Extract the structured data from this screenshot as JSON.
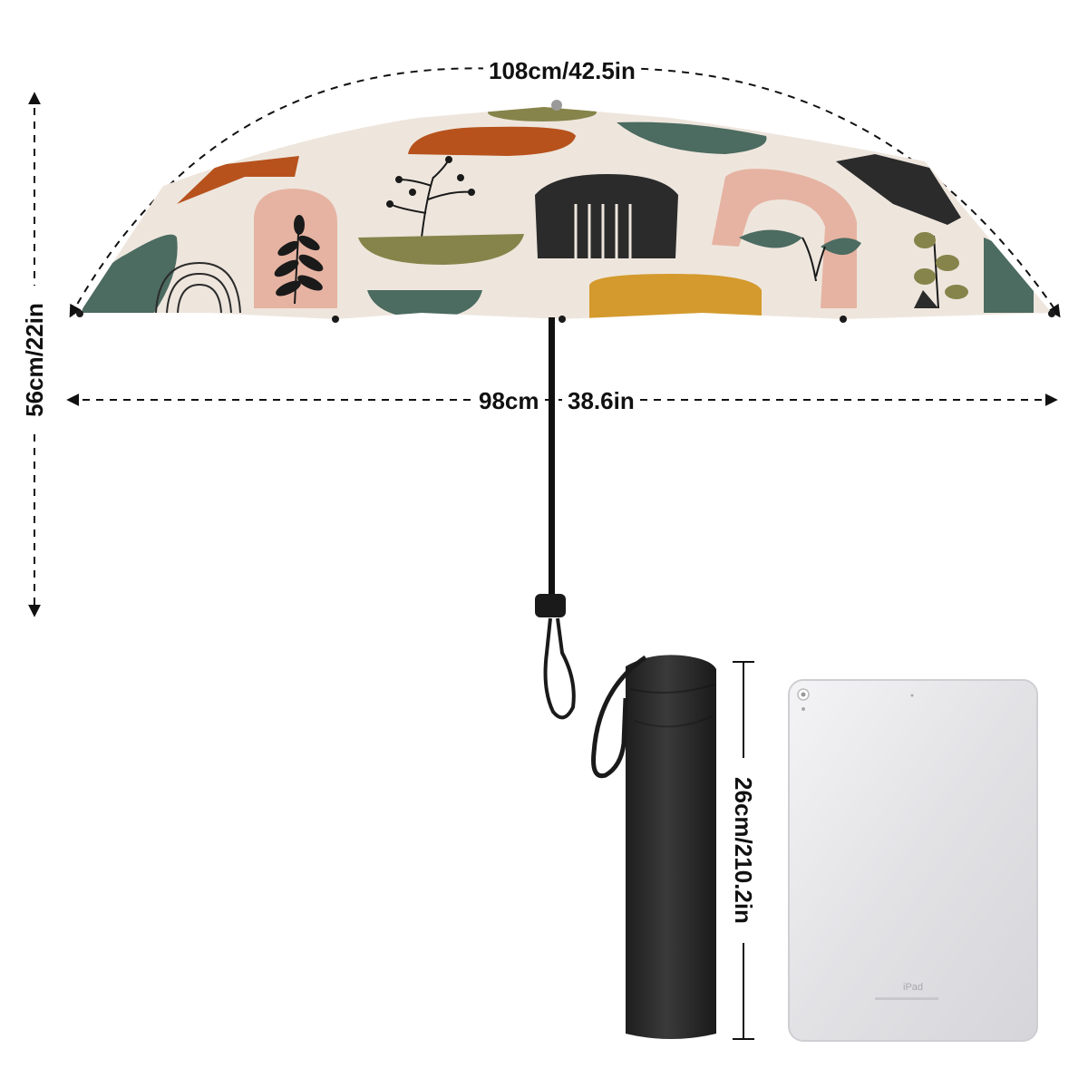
{
  "dimensions": {
    "arc_width": "108cm/42.5in",
    "height": "56cm/22in",
    "span_cm": "98cm",
    "span_in": "38.6in",
    "folded_length": "26cm/210.2in"
  },
  "tablet": {
    "brand_mark": "iPad"
  },
  "colors": {
    "canopy_base": "#eee6dd",
    "rust": "#b7521d",
    "teal": "#4c6b61",
    "pink": "#e6b3a2",
    "olive": "#86844a",
    "mustard": "#d49a2d",
    "charcoal": "#2b2b2b",
    "sleeve": "#2a2a2a",
    "tablet_silver": "#e4e4e6"
  }
}
